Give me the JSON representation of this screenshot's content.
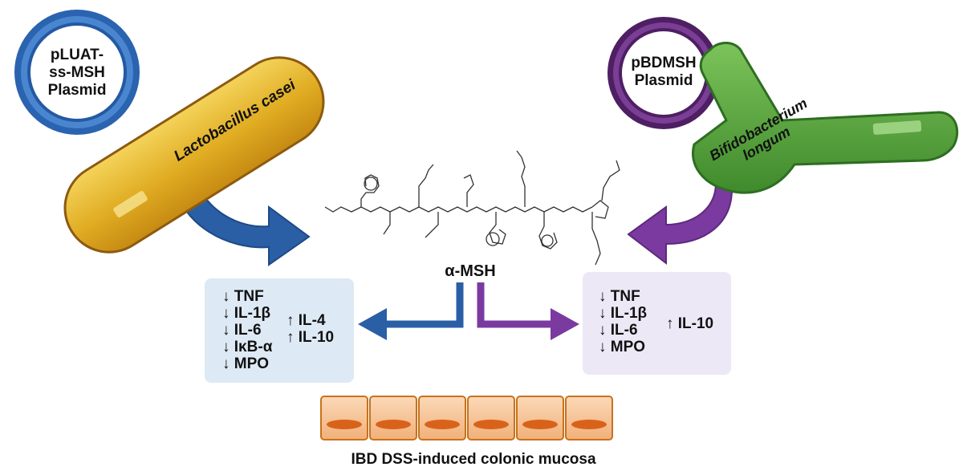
{
  "left_plasmid": {
    "line1": "pLUAT-",
    "line2": "ss-MSH",
    "line3": "Plasmid"
  },
  "right_plasmid": {
    "line1": "pBDMSH",
    "line2": "Plasmid"
  },
  "left_bacterium": "Lactobacillus casei",
  "right_bacterium": {
    "line1": "Bifidobacterium",
    "line2": "longum"
  },
  "peptide_label": "α-MSH",
  "left_effects": {
    "down": [
      "↓ TNF",
      "↓ IL-1β",
      "↓ IL-6",
      "↓ IκB-α",
      "↓ MPO"
    ],
    "up": [
      "↑ IL-4",
      "↑ IL-10"
    ]
  },
  "right_effects": {
    "down": [
      "↓ TNF",
      "↓ IL-1β",
      "↓ IL-6",
      "↓ MPO"
    ],
    "up": [
      "↑ IL-10"
    ]
  },
  "mucosa_label": "IBD DSS-induced colonic mucosa",
  "colors": {
    "left_arrow": "#2a5fa6",
    "right_arrow": "#7a3aa0",
    "left_box": "#dde9f5",
    "right_box": "#ece8f6",
    "lactobacillus": "#e2b226",
    "bifido": "#4f9c3a",
    "left_ring": "#2a63b0",
    "right_ring": "#5b2570"
  }
}
